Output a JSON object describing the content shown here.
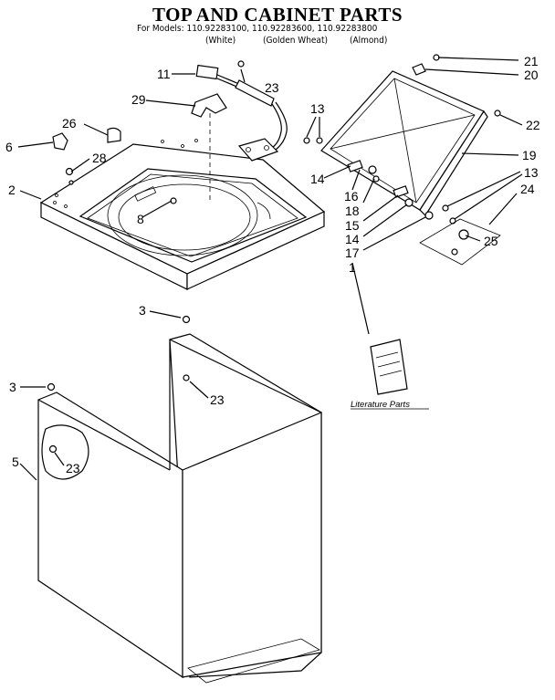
{
  "title": "TOP AND CABINET PARTS",
  "models_line": "For Models: 110.92283100, 110.92283600, 110.92283800",
  "variants": [
    "(White)",
    "(Golden Wheat)",
    "(Almond)"
  ],
  "callouts": {
    "c11": "11",
    "c23a": "23",
    "c29": "29",
    "c13a": "13",
    "c26": "26",
    "c6": "6",
    "c28": "28",
    "c2": "2",
    "c8": "8",
    "c14a": "14",
    "c16": "16",
    "c18": "18",
    "c15": "15",
    "c14b": "14",
    "c17": "17",
    "c1": "1",
    "c21": "21",
    "c20": "20",
    "c22": "22",
    "c19": "19",
    "c13b": "13",
    "c24": "24",
    "c25": "25",
    "c3a": "3",
    "c23b": "23",
    "c3b": "3",
    "c5": "5",
    "c23c": "23"
  },
  "literature_label": "Literature Parts"
}
